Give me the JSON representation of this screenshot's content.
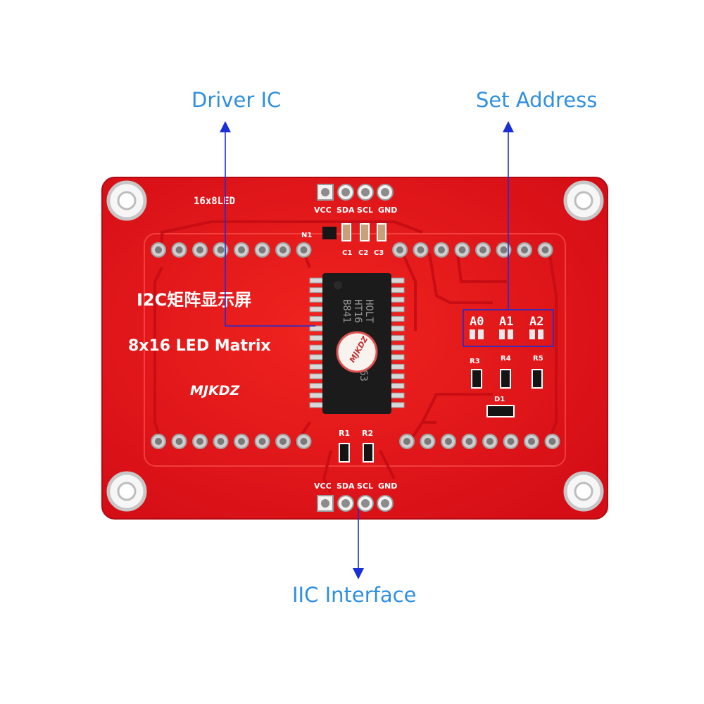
{
  "callouts": {
    "driver_ic": "Driver IC",
    "set_address": "Set Address",
    "iic_interface": "IIC Interface"
  },
  "board": {
    "top_label": "16x8LED",
    "chinese_title": "I2C矩阵显示屏",
    "title": "8x16 LED Matrix",
    "brand": "MJKDZ",
    "top_pins": [
      "VCC",
      "SDA",
      "SCL",
      "GND"
    ],
    "bottom_pins": [
      "VCC",
      "SDA",
      "SCL",
      "GND"
    ],
    "components": {
      "n1": "N1",
      "caps": [
        "C1",
        "C2",
        "C3"
      ],
      "resistors_bottom": [
        "R1",
        "R2"
      ],
      "resistors_right": [
        "R3",
        "R4",
        "R5"
      ],
      "diode": "D1",
      "address_pads": [
        "A0",
        "A1",
        "A2"
      ]
    },
    "chip": {
      "line1": "HOLT",
      "line2": "HT16",
      "line3": "B841",
      "line4": "63",
      "sticker": "MJKDZ"
    }
  },
  "colors": {
    "pcb_red": "#e3141b",
    "callout_text": "#2f8fe0",
    "callout_line": "#1a2fd6"
  }
}
